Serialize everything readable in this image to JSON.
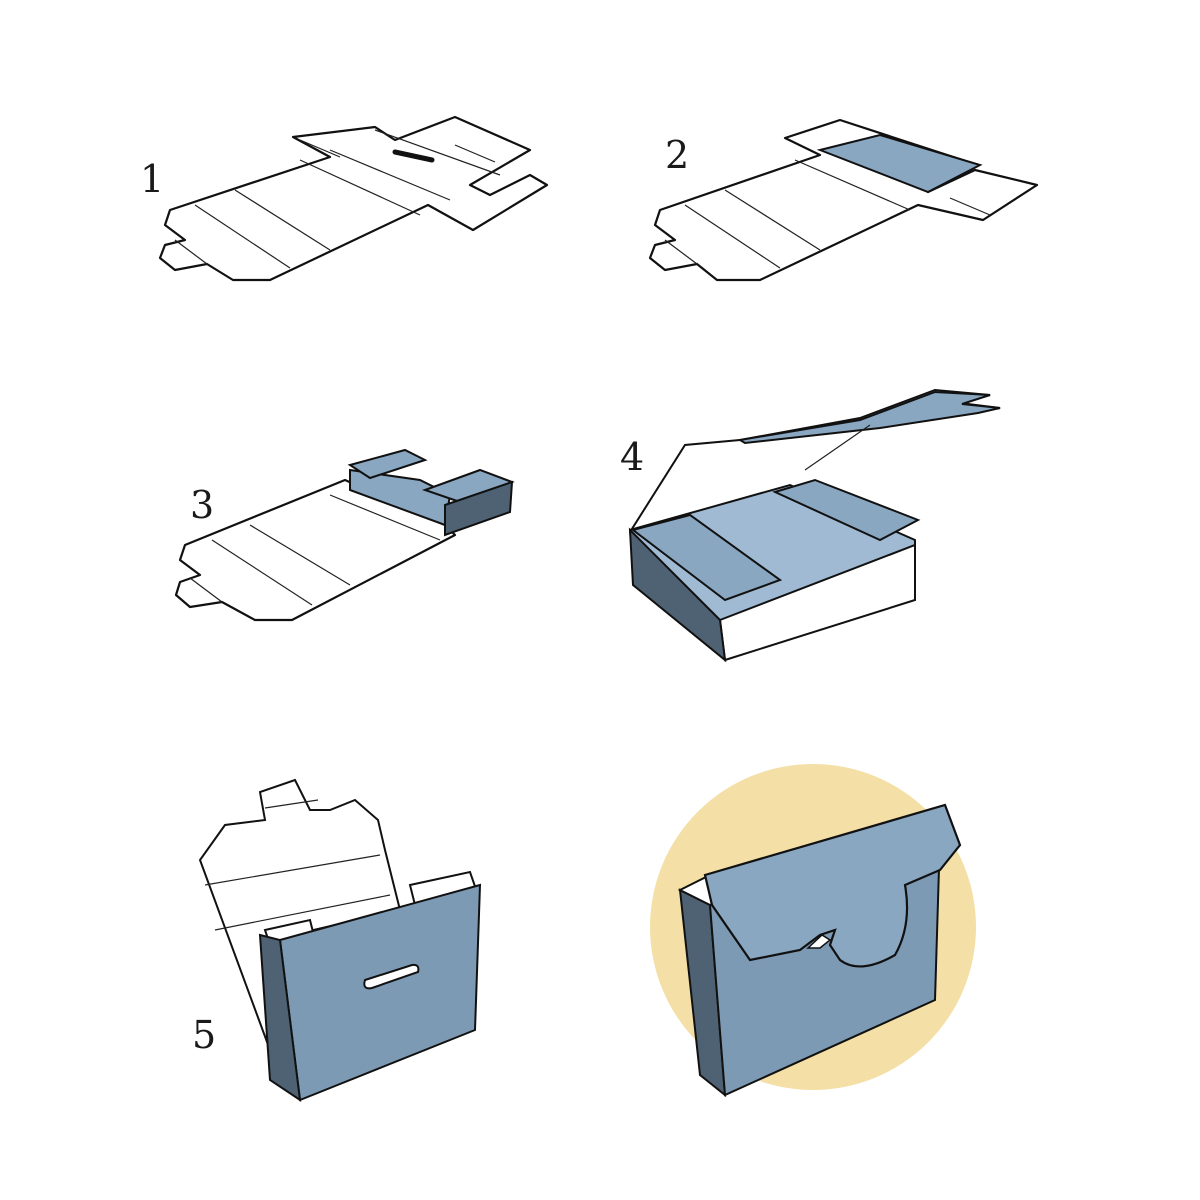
{
  "steps": [
    {
      "label": "1"
    },
    {
      "label": "2"
    },
    {
      "label": "3"
    },
    {
      "label": "4"
    },
    {
      "label": "5"
    }
  ],
  "colors": {
    "panel_blue": "#8aa7c2",
    "panel_blue_light": "#9fbad2",
    "panel_side_dark": "#4e6273",
    "panel_front": "#7d9ab4",
    "highlight_circle": "#f4dfa6",
    "outline": "#111111"
  }
}
